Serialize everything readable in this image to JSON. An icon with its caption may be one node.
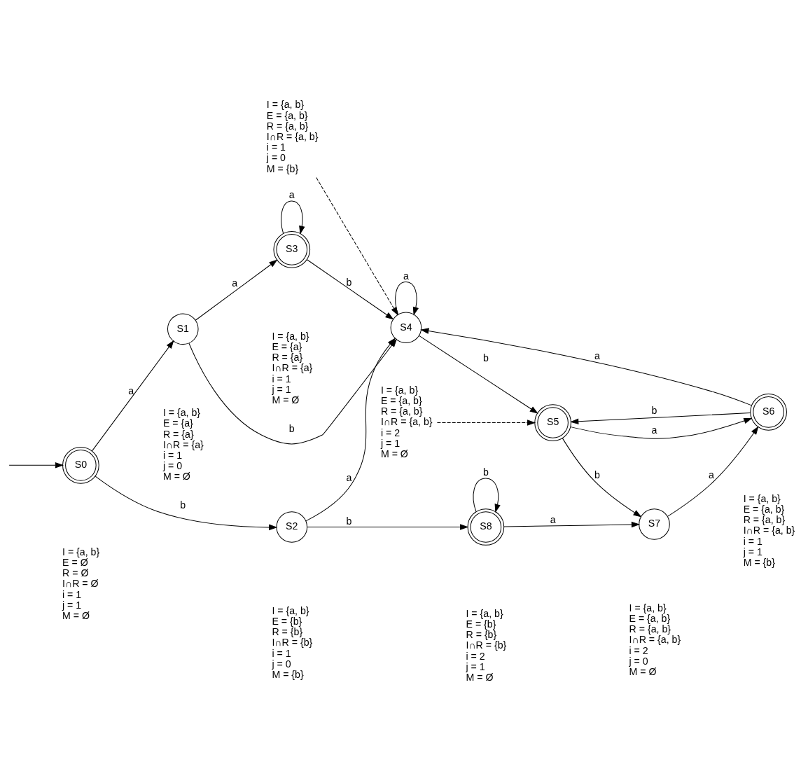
{
  "diagram": {
    "nodes": [
      {
        "text": [
          "S0"
        ],
        "beside": [
          "I = {a, b}",
          "E = Ø",
          "R = Ø",
          "I∩R = Ø",
          "i = 1",
          "j = 1",
          "M = Ø"
        ]
      },
      {
        "text": [
          "S1"
        ],
        "beside": [
          "I = {a, b}",
          "E = {a}",
          "R = {a}",
          "I∩R = {a}",
          "i = 1",
          "j = 0",
          "M = Ø"
        ]
      },
      {
        "text": [
          "S2"
        ],
        "beside": [
          "I = {a, b}",
          "E = {b}",
          "R = {b}",
          "I∩R = {b}",
          "i = 1",
          "j = 0",
          "M = {b}"
        ]
      },
      {
        "text": [
          "S3"
        ],
        "beside": [
          "I = {a, b}",
          "E = {a}",
          "R = {a}",
          "I∩R = {a}",
          "i = 1",
          "j = 1",
          "M = Ø"
        ]
      },
      {
        "text": [
          "S4"
        ]
      },
      {
        "text": [
          "S5"
        ]
      },
      {
        "text": [
          "S6"
        ],
        "beside": [
          "I = {a, b}",
          "E = {a, b}",
          "R = {a, b}",
          "I∩R = {a, b}",
          "i = 1",
          "j = 1",
          "M = {b}"
        ]
      },
      {
        "text": [
          "S7"
        ],
        "beside": [
          "I = {a, b}",
          "E = {a, b}",
          "R = {a, b}",
          "I∩R = {a, b}",
          "i = 2",
          "j = 0",
          "M = Ø"
        ]
      },
      {
        "text": [
          "S8"
        ],
        "beside": [
          "I = {a, b}",
          "E = {b}",
          "R = {b}",
          "I∩R = {b}",
          "i = 2",
          "j = 1",
          "M = Ø"
        ]
      },
      {
        "text": [
          "I = {a, b}",
          "E = {a, b}",
          "R = {a, b}",
          "I∩R = {a, b}",
          "i = 2",
          "j = 1",
          "M = Ø"
        ]
      },
      {
        "text": [
          "I = {a, b}",
          "E = {a, b}",
          "R = {a, b}",
          "I∩R = {a, b}",
          "i = 1",
          "j = 0",
          "M = {b}"
        ]
      }
    ],
    "edges": [
      {
        "from": null,
        "to": 0,
        "arrow": "to"
      },
      {
        "from": 0,
        "to": 2,
        "arrow": "to",
        "label": "b"
      },
      {
        "from": 0,
        "to": 1,
        "arrow": "to",
        "label": "a"
      },
      {
        "from": 2,
        "to": 8,
        "arrow": "to",
        "label": "b"
      },
      {
        "from": 2,
        "to": 4,
        "arrow": "to",
        "label": "a"
      },
      {
        "from": 1,
        "to": 4,
        "arrow": "to",
        "label": "b"
      },
      {
        "from": 1,
        "to": 3,
        "arrow": "to",
        "label": "a"
      },
      {
        "from": 3,
        "to": 3,
        "arrow": "to",
        "label": "a"
      },
      {
        "from": 3,
        "to": 4,
        "arrow": "to",
        "label": "b"
      },
      {
        "from": 4,
        "to": 4,
        "arrow": "to",
        "label": "a"
      },
      {
        "from": 8,
        "to": 8,
        "arrow": "to",
        "label": "b"
      },
      {
        "from": 8,
        "to": 7,
        "arrow": "to",
        "label": "a"
      },
      {
        "from": 4,
        "to": 5,
        "arrow": "to",
        "label": "b"
      },
      {
        "from": 5,
        "to": 7,
        "arrow": "to",
        "label": "b"
      },
      {
        "from": 7,
        "to": 6,
        "arrow": "to",
        "label": "a"
      },
      {
        "from": 6,
        "to": 5,
        "arrow": "to",
        "label": "b"
      },
      {
        "from": 5,
        "to": 6,
        "arrow": "to",
        "label": "a"
      },
      {
        "from": 6,
        "to": 4,
        "arrow": "to",
        "label": "a"
      },
      {
        "from": 9,
        "to": 5,
        "arrow": "to",
        "style": "dashed"
      },
      {
        "from": 10,
        "to": 4,
        "arrow": "to",
        "style": "dashed"
      }
    ]
  }
}
